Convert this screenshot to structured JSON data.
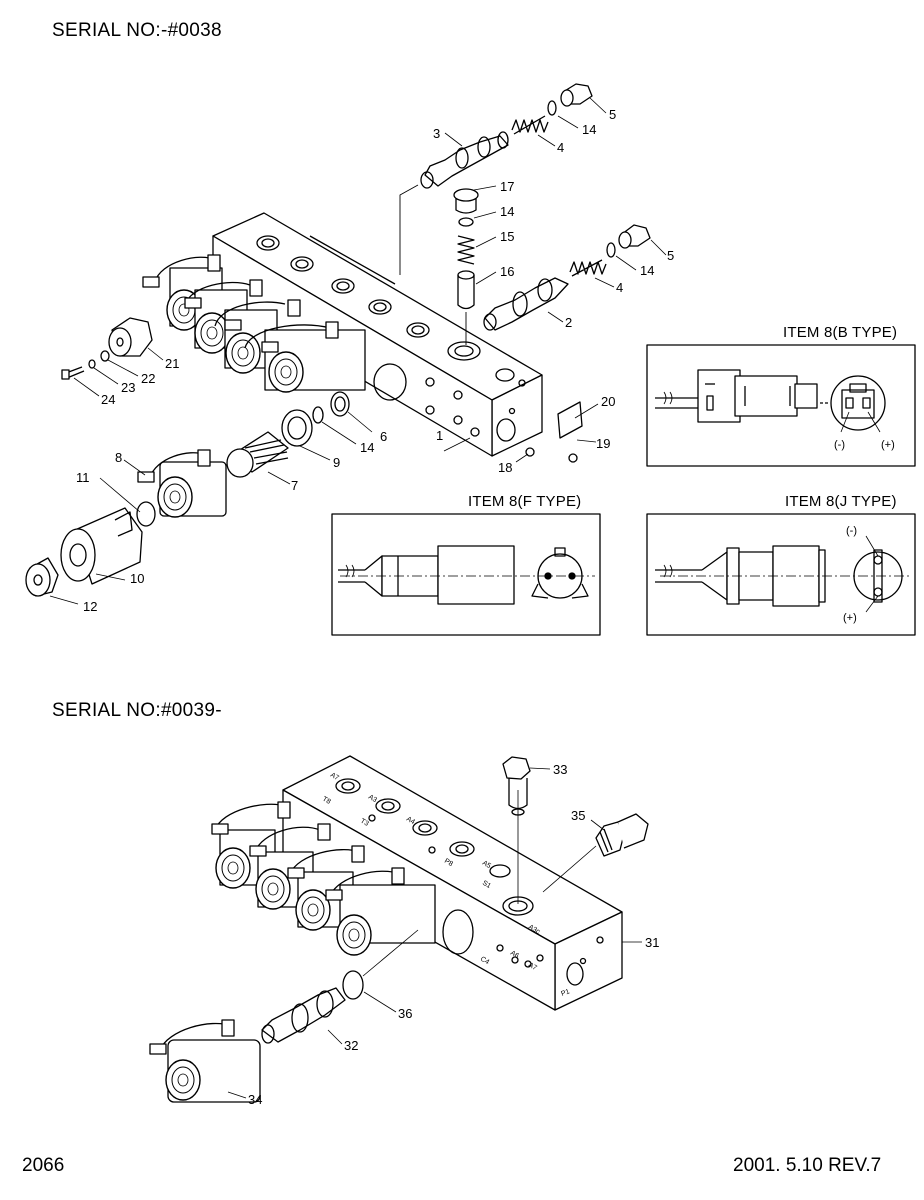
{
  "header": {
    "serial_top": "SERIAL NO:-#0038",
    "serial_bottom": "SERIAL NO:#0039-"
  },
  "footer": {
    "page_number": "2066",
    "revision": "2001. 5.10 REV.7"
  },
  "connector_details": {
    "b_type": {
      "title": "ITEM 8(B  TYPE)",
      "neg": "(-)",
      "pos": "(+)"
    },
    "f_type": {
      "title": "ITEM 8(F  TYPE)"
    },
    "j_type": {
      "title": "ITEM 8(J  TYPE)",
      "neg": "(-)",
      "pos": "(+)"
    }
  },
  "callouts_top": [
    "1",
    "2",
    "3",
    "4",
    "5",
    "6",
    "7",
    "8",
    "9",
    "10",
    "11",
    "12",
    "14",
    "15",
    "16",
    "17",
    "18",
    "19",
    "20",
    "21",
    "22",
    "23",
    "24"
  ],
  "callouts_bottom": [
    "31",
    "32",
    "33",
    "34",
    "35",
    "36"
  ],
  "port_labels": [
    "A7",
    "T8",
    "A3",
    "T3",
    "A4",
    "P8",
    "A5",
    "S1",
    "A3c",
    "A6",
    "A7",
    "C4",
    "P1"
  ]
}
